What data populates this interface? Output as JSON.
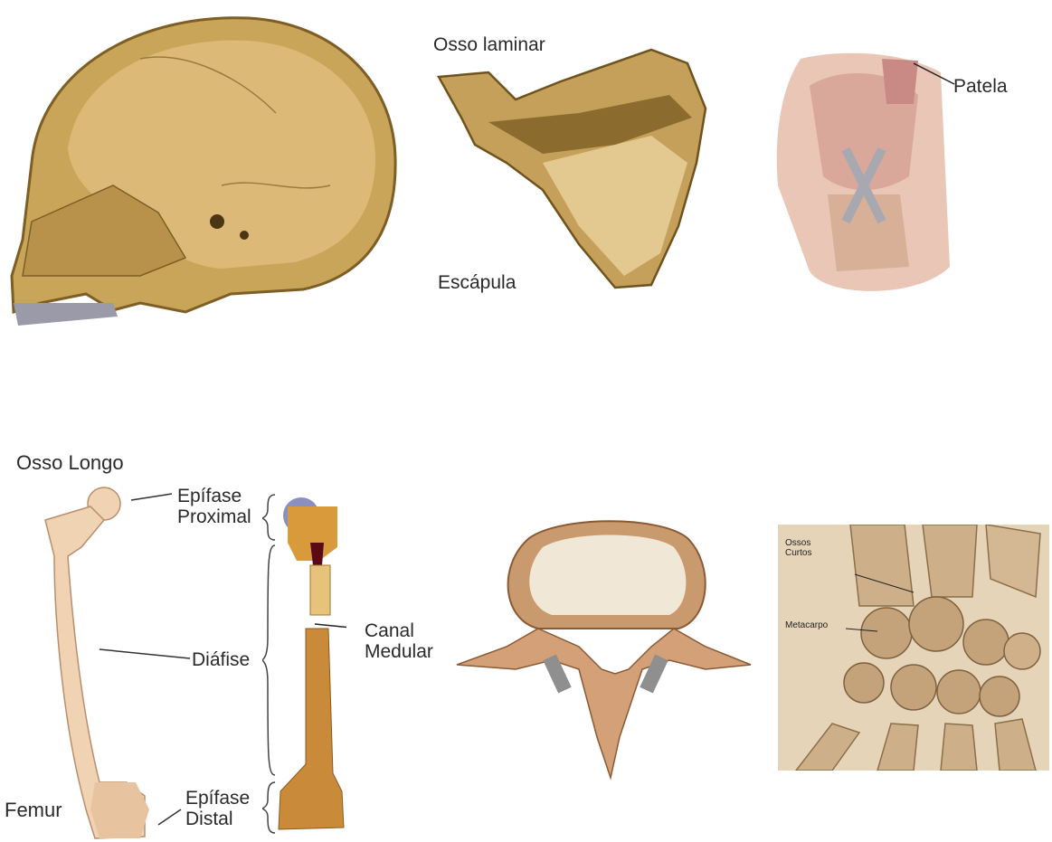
{
  "labels": {
    "osso_laminar": "Osso laminar",
    "escapula": "Escápula",
    "patela": "Patela",
    "osso_longo": "Osso Longo",
    "epifase_proximal": "Epífase\nProximal",
    "diafise": "Diáfise",
    "canal_medular": "Canal\nMedular",
    "femur": "Femur",
    "epifase_distal": "Epífase\nDistal",
    "ossos_curtos": "Ossos\nCurtos",
    "metacarpo": "Metacarpo"
  },
  "colors": {
    "bone": "#c9a55a",
    "bone_light": "#e2c98b",
    "bone_dark": "#8a6a2c",
    "femur": "#f0d3b2",
    "vertebra": "#c99a6e",
    "knee_skin": "#e9c6b6",
    "hand": "#cdb08a"
  }
}
